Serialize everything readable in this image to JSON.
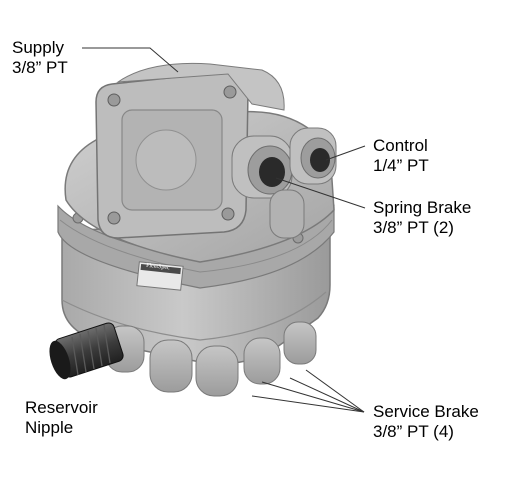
{
  "callouts": {
    "supply": {
      "name": "Supply",
      "size": "3/8” PT"
    },
    "control": {
      "name": "Control",
      "size": "1/4” PT"
    },
    "spring_brake": {
      "name": "Spring Brake",
      "size": "3/8” PT (2)"
    },
    "reservoir": {
      "name": "Reservoir",
      "size": "Nipple"
    },
    "service_brake": {
      "name": "Service Brake",
      "size": "3/8” PT (4)"
    }
  },
  "product_label": "FleetSpec",
  "colors": {
    "body": "#b8b8b8",
    "body_dark": "#8f8f8f",
    "body_light": "#d4d4d4",
    "port_dark": "#2a2a2a",
    "leader": "#333333"
  }
}
